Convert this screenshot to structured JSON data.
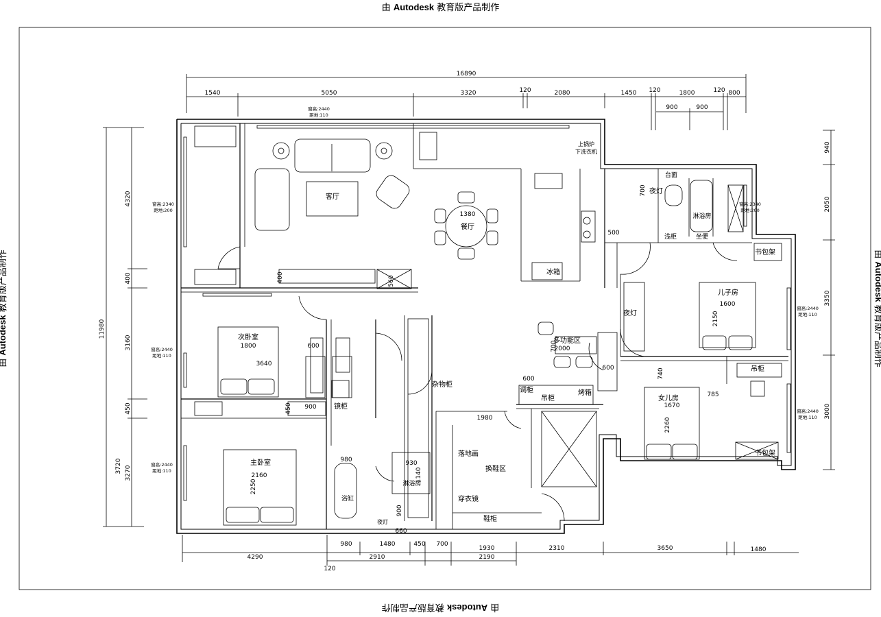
{
  "watermark": {
    "prefix": "由 ",
    "brand": "Autodesk",
    "suffix": " 教育版产品制作"
  },
  "top_dims": {
    "total": "16890",
    "row": [
      "1540",
      "5050",
      "3320",
      "120",
      "2080",
      "1450",
      "120",
      "1800",
      "120",
      "800"
    ],
    "sub": [
      "900",
      "900"
    ]
  },
  "bottom_dims": {
    "row1": [
      "4290",
      "980",
      "1480",
      "450",
      "700",
      "1930",
      "2310",
      "3650",
      "1480"
    ],
    "row2": [
      "2910",
      "2190",
      "120"
    ]
  },
  "left_dims": {
    "total": "11980",
    "row": [
      "4320",
      "400",
      "3160",
      "450",
      "3720",
      "3270"
    ]
  },
  "right_dims": [
    "940",
    "2050",
    "3350",
    "3000"
  ],
  "rooms": {
    "living": "客厅",
    "dining": "餐厅",
    "second_bedroom": "次卧室",
    "master_bedroom": "主卧室",
    "storage": "杂物柜",
    "multi": "多功能区",
    "son": "儿子房",
    "daughter": "女儿房",
    "shower1": "淋浴房",
    "shower2": "淋浴房",
    "bathtub": "浴缸",
    "fridge": "冰箱",
    "oven": "烤箱",
    "hanging1": "吊柜",
    "hanging2": "吊柜",
    "seasoning": "调柜",
    "mirror_cab": "镜柜",
    "bookshelf1": "书包架",
    "bookshelf2": "书包架",
    "night1": "夜灯",
    "night2": "夜灯",
    "night3": "夜灯",
    "counter": "台面",
    "basin": "浅柜",
    "tub_cab": "坐便",
    "boiler1": "上锅炉",
    "boiler2": "下洗衣机",
    "mural": "落地画",
    "shoe_area": "换鞋区",
    "mirror": "穿衣镜",
    "shoe_cab": "鞋柜"
  },
  "annotations": {
    "win_top": [
      "窗高:2440",
      "距地:110"
    ],
    "win_left1": [
      "窗高:2340",
      "距地:200"
    ],
    "win_left2": [
      "窗高:2440",
      "距地:110"
    ],
    "win_left3": [
      "窗高:2440",
      "距地:110"
    ],
    "win_right1": [
      "窗高:2340",
      "距地:200"
    ],
    "win_right2": [
      "窗高:2440",
      "距地:110"
    ],
    "win_right3": [
      "窗高:2440",
      "距地:110"
    ]
  },
  "inner_dims": {
    "table": "1380",
    "bed2_w": "1800",
    "room2_w": "3640",
    "bed1_w": "2160",
    "bed1_l": "2250",
    "son_bed_w": "1600",
    "son_bed_l": "2150",
    "daughter_w": "1670",
    "daughter_l": "2260",
    "multi_w": "2000",
    "multi_h": "700",
    "d600a": "600",
    "d600b": "600",
    "d600c": "600",
    "d560": "560",
    "d900": "900",
    "d450": "450",
    "d980": "980",
    "d930": "930",
    "d1140": "1140",
    "d900b": "900",
    "d660": "660",
    "d1980": "1980",
    "d700": "700",
    "d500": "500",
    "d740": "740",
    "d785": "785",
    "d400": "400"
  }
}
